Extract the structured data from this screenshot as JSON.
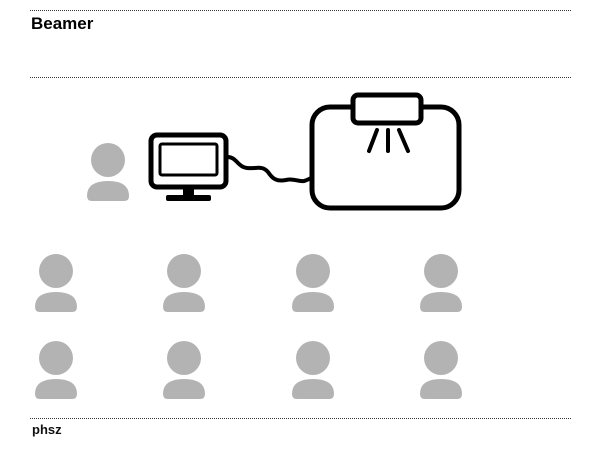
{
  "slide": {
    "title": "Beamer",
    "footer": "phsz"
  },
  "colors": {
    "person_fill": "#b3b3b3",
    "outline": "#000000",
    "rule": "#333333"
  },
  "icons": {
    "person": "person-icon",
    "monitor": "monitor-icon",
    "projector": "projector-icon",
    "cable": "cable-line"
  },
  "audience": {
    "rows": 2,
    "per_row": 4
  }
}
